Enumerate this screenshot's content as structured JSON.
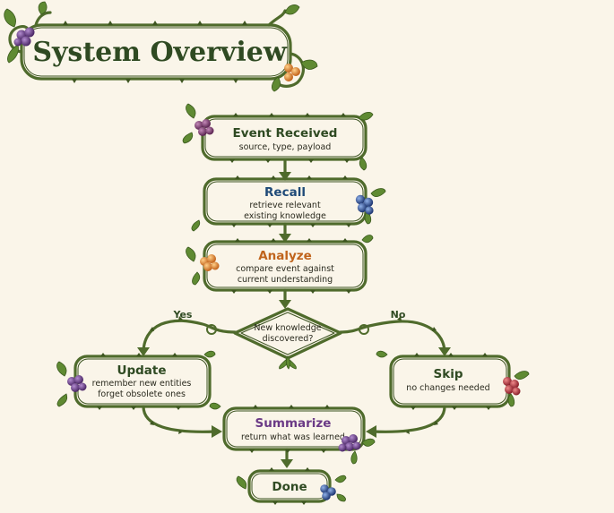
{
  "title": "System Overview",
  "colors": {
    "vine": "#4f6b2c",
    "leaf": "#5f8a32",
    "background": "#faf5e9",
    "plain_box": "#eef0dc",
    "recall_box": "#d9e9f2",
    "analyze_box": "#fbebd0",
    "summarize_box": "#ece0ef"
  },
  "nodes": {
    "event": {
      "title": "Event Received",
      "sub1": "source, type, payload"
    },
    "recall": {
      "title": "Recall",
      "sub1": "retrieve relevant",
      "sub2": "existing knowledge"
    },
    "analyze": {
      "title": "Analyze",
      "sub1": "compare event against",
      "sub2": "current understanding"
    },
    "decision": {
      "line1": "New knowledge",
      "line2": "discovered?"
    },
    "update": {
      "title": "Update",
      "sub1": "remember new entities",
      "sub2": "forget obsolete ones"
    },
    "skip": {
      "title": "Skip",
      "sub1": "no changes needed"
    },
    "summarize": {
      "title": "Summarize",
      "sub1": "return what was learned"
    },
    "done": {
      "title": "Done"
    }
  },
  "edges": {
    "yes_label": "Yes",
    "no_label": "No"
  },
  "berries": {
    "purple": "#6a3f86",
    "orange": "#e08a2a",
    "blue": "#2a4d8e",
    "red": "#b3303a",
    "plum": "#7a3a6a"
  }
}
